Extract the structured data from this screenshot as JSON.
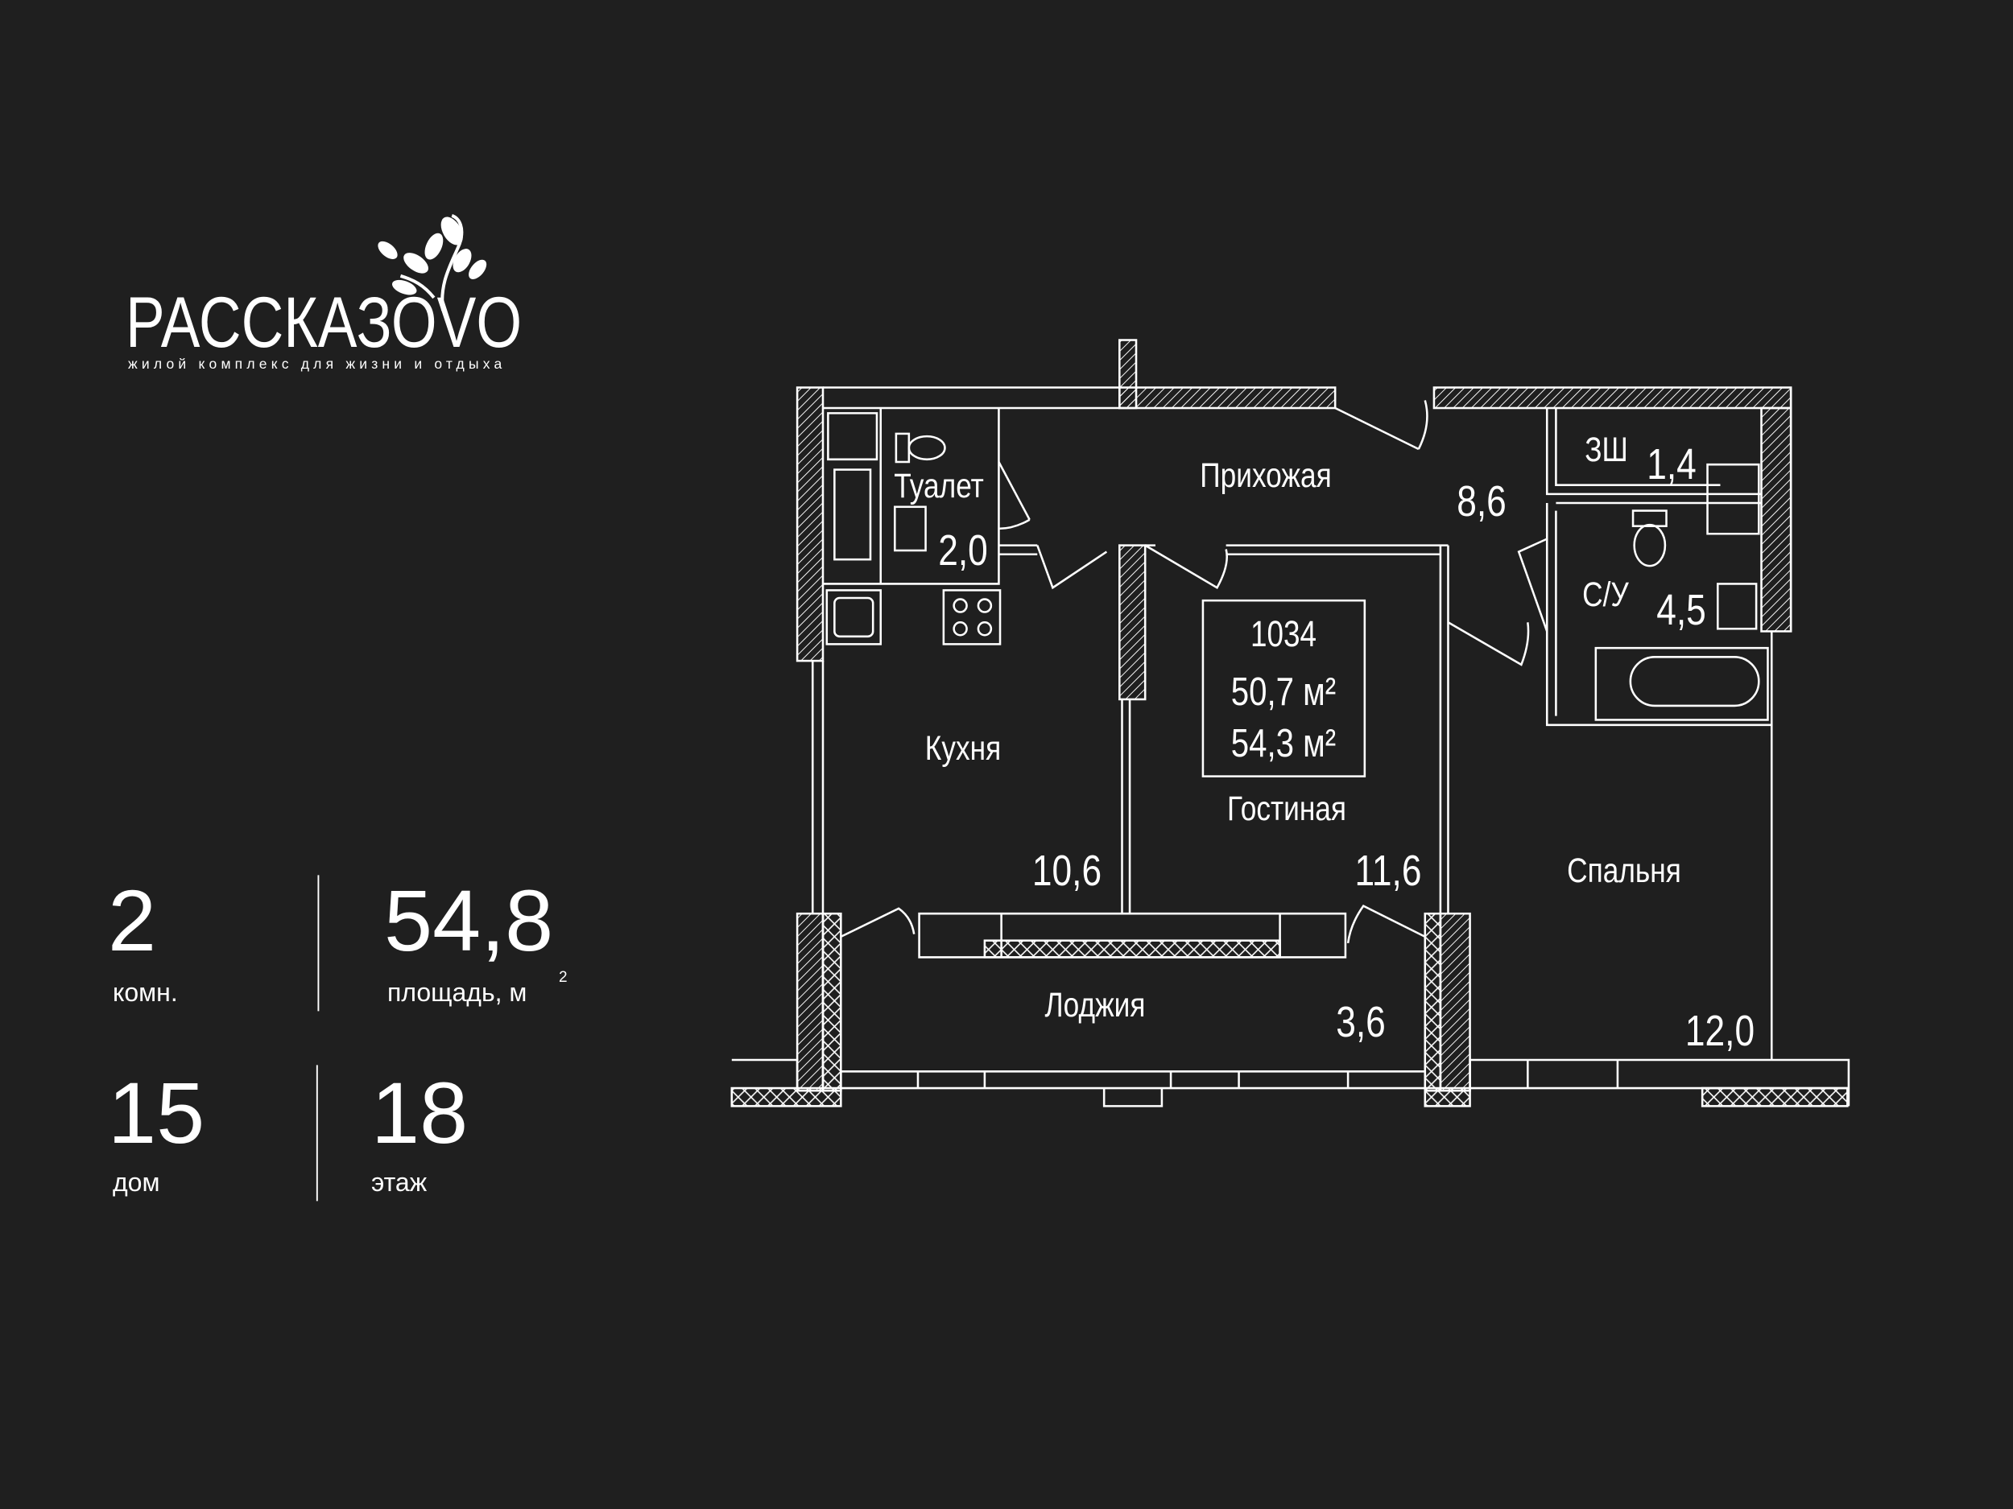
{
  "logo": {
    "name": "РАССКАЗОVO",
    "tagline": "жилой комплекс для жизни и отдыха"
  },
  "summary": {
    "rooms": {
      "value": "2",
      "label": "комн."
    },
    "area": {
      "value": "54,8",
      "label": "площадь, м",
      "unit_sup": "2"
    },
    "building": {
      "value": "15",
      "label": "дом"
    },
    "floor": {
      "value": "18",
      "label": "этаж"
    }
  },
  "plan": {
    "apartment_number": "1034",
    "area_living": "50,7 м²",
    "area_total": "54,3 м²",
    "rooms": [
      {
        "name": "Туалет",
        "area": "2,0"
      },
      {
        "name": "Прихожая",
        "area": "8,6"
      },
      {
        "name": "ЗШ",
        "area": "1,4"
      },
      {
        "name": "С/У",
        "area": "4,5"
      },
      {
        "name": "Кухня",
        "area": "10,6"
      },
      {
        "name": "Гостиная",
        "area": "11,6"
      },
      {
        "name": "Спальня",
        "area": "12,0"
      },
      {
        "name": "Лоджия",
        "area": "3,6"
      }
    ]
  },
  "colors": {
    "background": "#1f1f1f",
    "foreground": "#ffffff"
  }
}
